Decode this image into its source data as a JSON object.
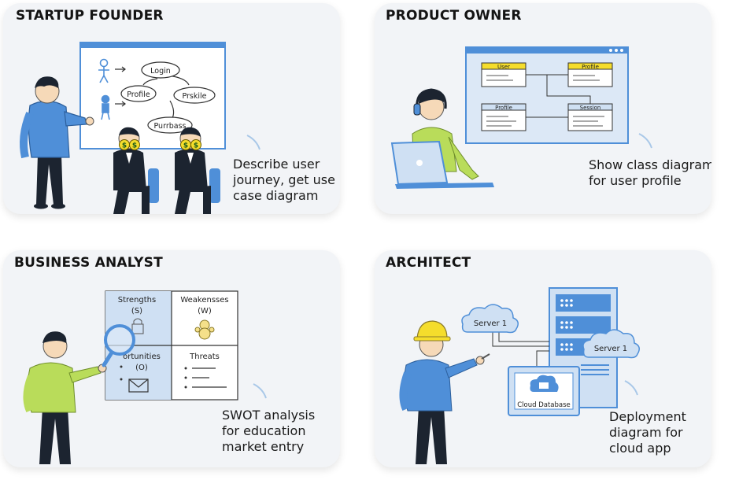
{
  "colors": {
    "card_bg": "#f2f4f7",
    "accent_blue": "#4f8fd8",
    "light_blue": "#cfe0f3",
    "lime": "#b9dc5a",
    "yellow": "#f5dd2c",
    "navy": "#1c2430"
  },
  "cards": [
    {
      "title": "STARTUP FOUNDER",
      "caption": [
        "Describe user",
        "journey, get use",
        "case diagram"
      ],
      "diagram": {
        "ovals": [
          "Login",
          "Profile",
          "Prskile",
          "Purrbass"
        ]
      }
    },
    {
      "title": "PRODUCT OWNER",
      "caption": [
        "Show class diagram",
        "for user profile"
      ],
      "diagram": {
        "classes": [
          "User",
          "Profile",
          "Profile",
          "Session"
        ]
      }
    },
    {
      "title": "BUSINESS ANALYST",
      "caption": [
        "SWOT analysis",
        "for education",
        "market entry"
      ],
      "diagram": {
        "strengths": [
          "Strengths",
          "(S)"
        ],
        "weaknesses": [
          "Weakensses",
          "(W)"
        ],
        "opportunities": [
          "ortunities",
          "(O)"
        ],
        "threats": "Threats"
      }
    },
    {
      "title": "ARCHITECT",
      "caption": [
        "Deployment",
        "diagram for",
        "cloud app"
      ],
      "diagram": {
        "server_left": "Server 1",
        "server_right": "Server 1",
        "database": "Cloud Database"
      }
    }
  ]
}
